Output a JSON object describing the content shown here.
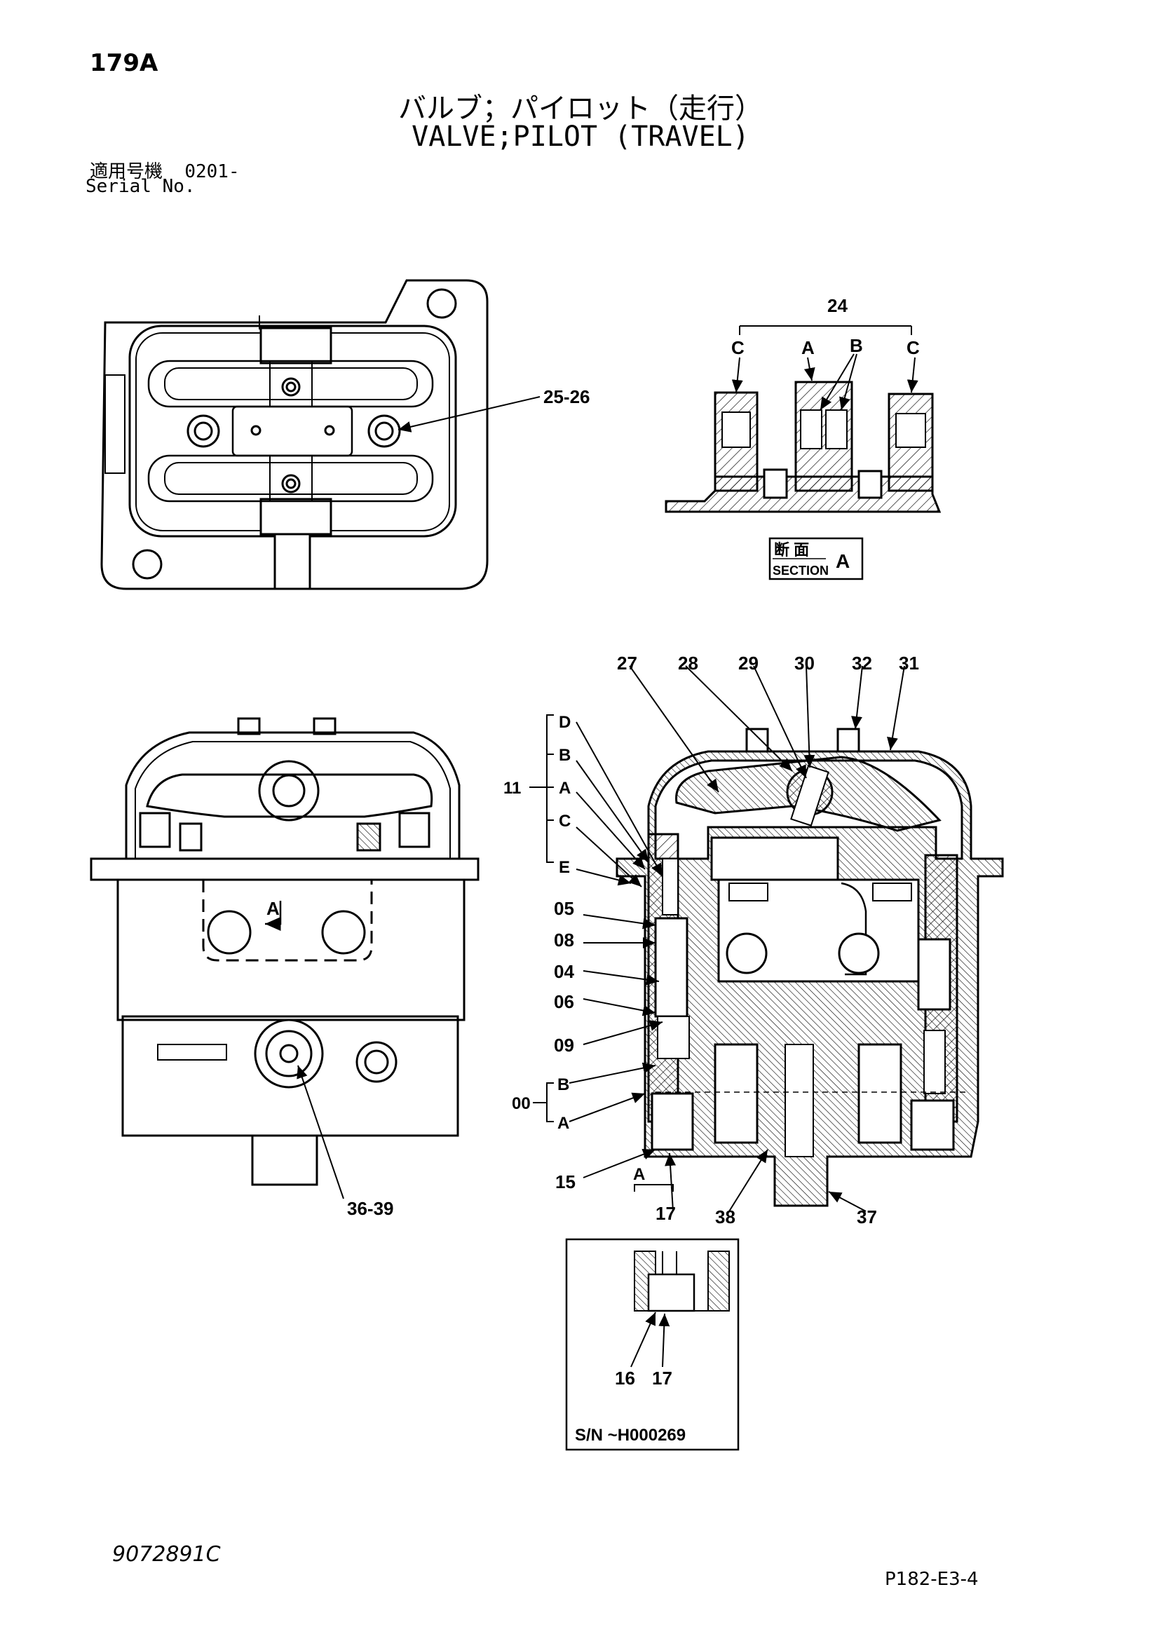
{
  "header": {
    "page_number": "179A",
    "title_ja": "バルブ；パイロット（走行）",
    "title_en": "VALVE;PILOT (TRAVEL)",
    "serial_label_ja": "適用号機",
    "serial_value": "0201-",
    "serial_label_en": "Serial No."
  },
  "section_a": {
    "part_24": "24",
    "label_c_left": "C",
    "label_a": "A",
    "label_b": "B",
    "label_c_right": "C",
    "section_ja": "断 面",
    "section_en": "SECTION",
    "section_letter": "A"
  },
  "top_view": {
    "part_25_26": "25-26"
  },
  "front_view": {
    "arrow_label": "A",
    "part_36_39": "36-39"
  },
  "cross_section": {
    "top_callouts": [
      "27",
      "28",
      "29",
      "30",
      "32",
      "31"
    ],
    "group_11": "11",
    "group_11_subs": [
      "D",
      "B",
      "A",
      "C",
      "E"
    ],
    "left_callouts": [
      "05",
      "08",
      "04",
      "06",
      "09"
    ],
    "group_00": "00",
    "group_00_subs": [
      "B",
      "A"
    ],
    "part_15": "15",
    "arrow_label": "A",
    "bottom_callouts": [
      "17",
      "38",
      "37"
    ]
  },
  "detail": {
    "callouts": [
      "16",
      "17"
    ],
    "serial_note": "S/N  ~H000269"
  },
  "footer": {
    "doc_number": "9072891C",
    "page_ref": "P182-E3-4"
  }
}
